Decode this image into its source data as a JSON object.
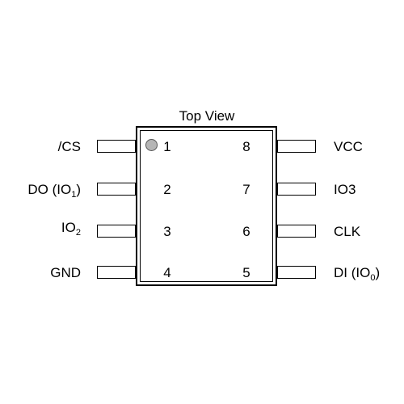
{
  "diagram": {
    "title": "Top View",
    "pins": [
      {
        "number": "1",
        "label": "/CS",
        "sub": "",
        "suffix": ""
      },
      {
        "number": "2",
        "label": "DO (IO",
        "sub": "1",
        "suffix": ")"
      },
      {
        "number": "3",
        "label": "IO",
        "sub": "2",
        "suffix": ""
      },
      {
        "number": "4",
        "label": "GND",
        "sub": "",
        "suffix": ""
      },
      {
        "number": "5",
        "label": "DI (IO",
        "sub": "0",
        "suffix": ")"
      },
      {
        "number": "6",
        "label": "CLK",
        "sub": "",
        "suffix": ""
      },
      {
        "number": "7",
        "label": "IO3",
        "sub": "",
        "suffix": ""
      },
      {
        "number": "8",
        "label": "VCC",
        "sub": "",
        "suffix": ""
      }
    ]
  }
}
